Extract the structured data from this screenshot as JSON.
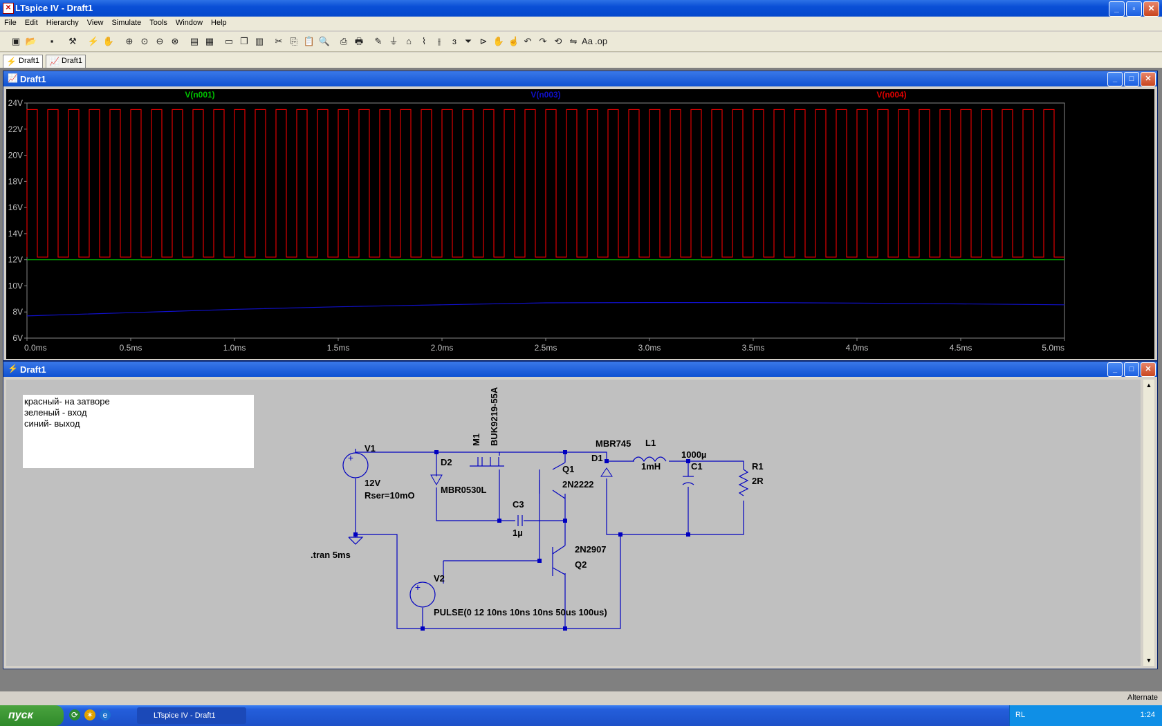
{
  "window": {
    "title": "LTspice IV - Draft1"
  },
  "menu": [
    "File",
    "Edit",
    "Hierarchy",
    "View",
    "Simulate",
    "Tools",
    "Window",
    "Help"
  ],
  "tabs": [
    {
      "label": "Draft1"
    },
    {
      "label": "Draft1"
    }
  ],
  "plot_window": {
    "title": "Draft1"
  },
  "schematic_window": {
    "title": "Draft1"
  },
  "chart_data": {
    "type": "line",
    "title": "",
    "xlabel": "",
    "ylabel": "",
    "xlim": [
      0,
      5
    ],
    "ylim": [
      6,
      24
    ],
    "x_ticks": [
      "0.0ms",
      "0.5ms",
      "1.0ms",
      "1.5ms",
      "2.0ms",
      "2.5ms",
      "3.0ms",
      "3.5ms",
      "4.0ms",
      "4.5ms",
      "5.0ms"
    ],
    "y_ticks": [
      "24V",
      "22V",
      "20V",
      "18V",
      "16V",
      "14V",
      "12V",
      "10V",
      "8V",
      "6V"
    ],
    "series": [
      {
        "name": "V(n001)",
        "color": "#00c000",
        "kind": "constant",
        "value": 12
      },
      {
        "name": "V(n003)",
        "color": "#1010c8",
        "kind": "line",
        "x": [
          0,
          0.5,
          1,
          1.5,
          2,
          2.5,
          3,
          3.5,
          4,
          4.5,
          5
        ],
        "y": [
          7.7,
          7.95,
          8.2,
          8.4,
          8.55,
          8.7,
          8.72,
          8.72,
          8.68,
          8.62,
          8.55
        ]
      },
      {
        "name": "V(n004)",
        "color": "#e00000",
        "kind": "pulse",
        "low": 12.2,
        "high": 23.5,
        "period_ms": 0.1,
        "duty": 0.5
      }
    ]
  },
  "schematic": {
    "comment_lines": [
      "красный- на затворе",
      "зеленый - вход",
      "синий- выход"
    ],
    "labels": {
      "v1": "V1",
      "v1_val": "12V",
      "v1_rser": "Rser=10mO",
      "d2": "D2",
      "d2_model": "MBR0530L",
      "m1": "M1",
      "m1_model": "BUK9219-55A",
      "q1": "Q1",
      "q1_model": "2N2222",
      "c3": "C3",
      "c3_val": "1µ",
      "q2_model": "2N2907",
      "q2": "Q2",
      "v2": "V2",
      "v2_val": "PULSE(0 12 10ns 10ns 10ns 50us 100us)",
      "tran": ".tran 5ms",
      "d1": "D1",
      "d1_model": "MBR745",
      "l1": "L1",
      "l1_val": "1mH",
      "c1_val": "1000µ",
      "c1": "C1",
      "r1": "R1",
      "r1_val": "2R"
    }
  },
  "status": {
    "mode": "Alternate"
  },
  "taskbar": {
    "start": "пуск",
    "task": "LTspice IV - Draft1",
    "lang": "RL",
    "clock": "1:24"
  }
}
